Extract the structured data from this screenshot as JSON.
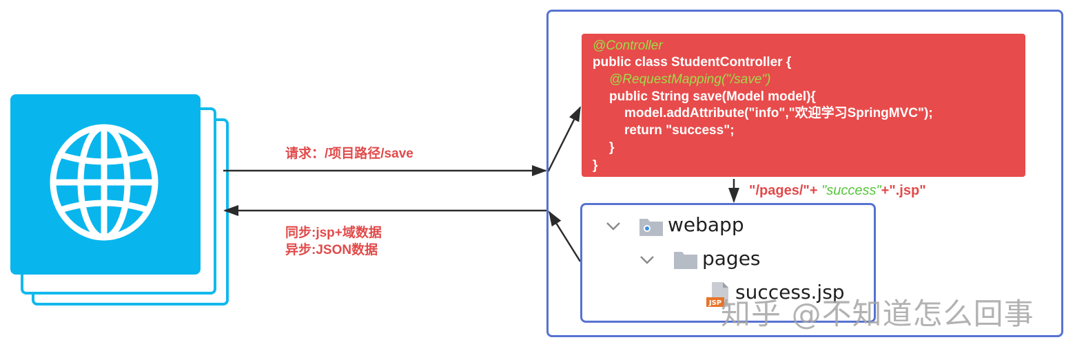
{
  "request": {
    "label": "请求：/项目路径/save"
  },
  "response": {
    "sync_label": "同步:jsp+域数据",
    "async_label": "异步:JSON数据"
  },
  "code": {
    "lines": [
      "@Controller",
      "public class StudentController {",
      "@RequestMapping(\"/save\")",
      "public String save(Model model){",
      "model.addAttribute(\"info\",\"欢迎学习SpringMVC\");",
      "return \"success\";",
      "}",
      "}"
    ]
  },
  "view_path": {
    "prefix": "\"/pages/\"+",
    "middle": "\"success\"",
    "suffix": "+\".jsp\""
  },
  "tree": {
    "root": "webapp",
    "folder": "pages",
    "file": "success.jsp",
    "file_badge": "JSP"
  },
  "watermark": "知乎 @不知道怎么回事",
  "colors": {
    "browser": "#08b6ed",
    "code_bg": "#e84b4b",
    "box_border": "#5672d1",
    "label_red": "#e14a4a",
    "annotation_green": "#9edc4a"
  }
}
